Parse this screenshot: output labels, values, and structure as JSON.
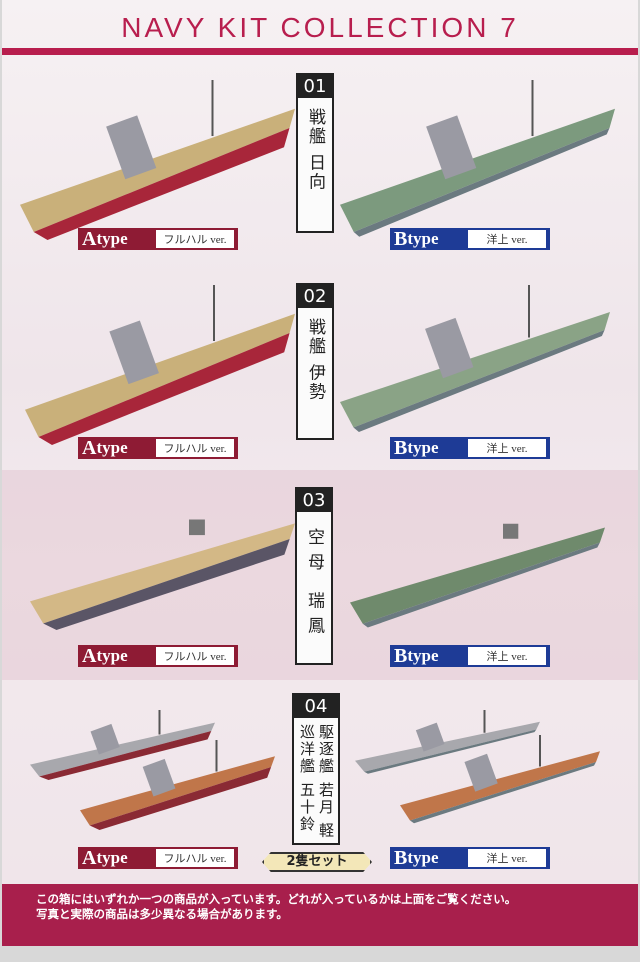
{
  "header": {
    "title": "NAVY KIT COLLECTION 7"
  },
  "labels": {
    "a_letter": "A",
    "b_letter": "B",
    "type": "type",
    "a_ver": "フルハル ver.",
    "b_ver": "洋上 ver."
  },
  "items": [
    {
      "number": "01",
      "name": "戦艦 日向"
    },
    {
      "number": "02",
      "name": "戦艦 伊勢"
    },
    {
      "number": "03",
      "name": "空母 瑞鳳"
    },
    {
      "number": "04",
      "name": "駆逐艦 若月 軽巡洋艦 五十鈴",
      "note": "2隻セット"
    }
  ],
  "footer": {
    "line1": "この箱にはいずれか一つの商品が入っています。どれが入っているかは上面をご覧ください。",
    "line2": "写真と実際の商品は多少異なる場合があります。"
  },
  "colors": {
    "accent": "#b81e4e",
    "a_type": "#8e1b34",
    "b_type": "#1e3b96",
    "footer": "#a81f4c"
  }
}
